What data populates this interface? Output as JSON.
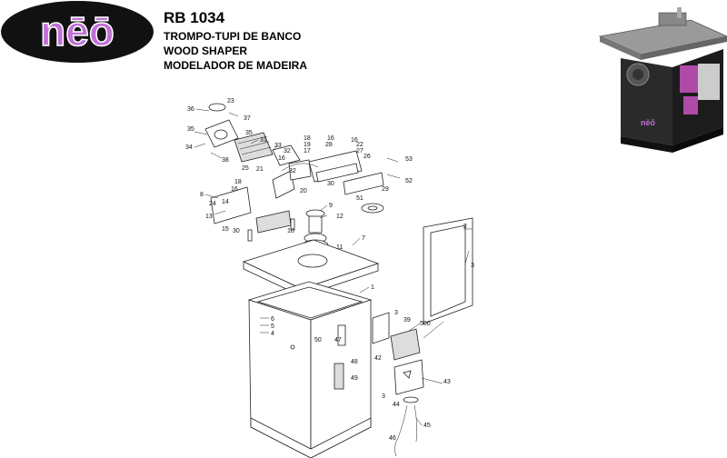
{
  "brand": {
    "logo_text": "nēō",
    "color_logo_purple": "#b05ac8",
    "color_logo_black": "#111111"
  },
  "header": {
    "model": "RB 1034",
    "line_pt": "TROMPO-TUPI DE BANCO",
    "line_en": "WOOD SHAPER",
    "line_es": "MODELADOR DE MADEIRA"
  },
  "photo": {
    "badge": "nēō",
    "color_body": "#2a2a2a",
    "color_panel": "#b04aa8"
  },
  "callouts": {
    "c23": "23",
    "c36": "36",
    "c37": "37",
    "c35a": "35",
    "c35b": "35",
    "c34": "34",
    "c38": "38",
    "c31": "31",
    "c33": "33",
    "c32a": "32",
    "c32b": "32",
    "c21": "21",
    "c16a": "16",
    "c25": "25",
    "c20": "20",
    "c18a": "18",
    "c19": "19",
    "c17": "17",
    "c28": "28",
    "c16b": "16",
    "c16c": "16",
    "c22": "22",
    "c27": "27",
    "c26": "26",
    "c53": "53",
    "c52": "52",
    "c30a": "30",
    "c29": "29",
    "c18b": "18",
    "c16d": "16",
    "c8": "8",
    "c24": "24",
    "c14": "14",
    "c13": "13",
    "c9": "9",
    "c12": "12",
    "c51": "51",
    "c15": "15",
    "c30b": "30",
    "c10": "10",
    "c11": "11",
    "c7": "7",
    "c2": "2",
    "c3a": "3",
    "c1": "1",
    "c6": "6",
    "c5": "5",
    "c4": "4",
    "c50": "50",
    "c47": "47",
    "c3b": "3",
    "c39": "39",
    "c500": "500",
    "c42": "42",
    "c48": "48",
    "c49": "49",
    "c43": "43",
    "c3c": "3",
    "c44": "44",
    "c45": "45",
    "c46": "46"
  }
}
